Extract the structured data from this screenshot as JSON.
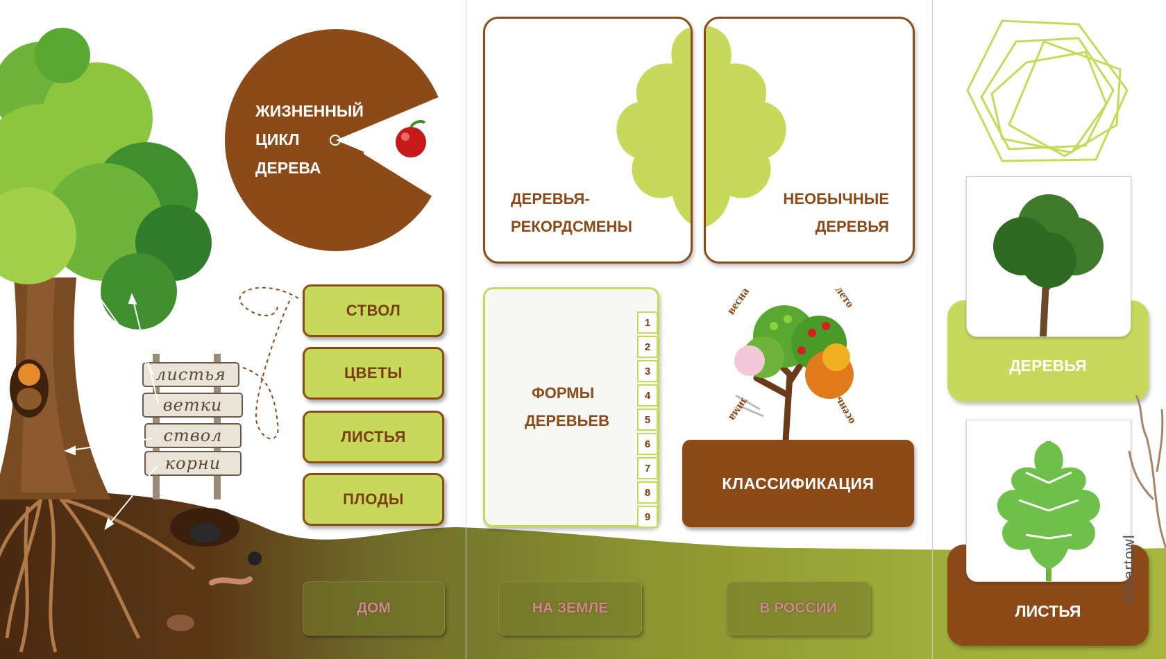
{
  "left_panel": {
    "lifecycle_circle": {
      "line1": "ЖИЗНЕННЫЙ",
      "line2": "ЦИКЛ",
      "line3": "ДЕРЕВА"
    },
    "signpost": {
      "planks": [
        "листья",
        "ветки",
        "ствол",
        "корни"
      ]
    },
    "part_buttons": [
      "СТВОЛ",
      "ЦВЕТЫ",
      "ЛИСТЬЯ",
      "ПЛОДЫ"
    ],
    "home_button": "ДОМ"
  },
  "middle_panel": {
    "record_card": {
      "line1": "ДЕРЕВЬЯ-",
      "line2": "РЕКОРДСМЕНЫ"
    },
    "unusual_card": {
      "line1": "НЕОБЫЧНЫЕ",
      "line2": "ДЕРЕВЬЯ"
    },
    "forms_book": {
      "line1": "ФОРМЫ",
      "line2": "ДЕРЕВЬЕВ",
      "tabs": [
        "1",
        "2",
        "3",
        "4",
        "5",
        "6",
        "7",
        "8",
        "9"
      ]
    },
    "seasons": [
      "весна",
      "лето",
      "осень",
      "зима"
    ],
    "classification_button": "КЛАССИФИКАЦИЯ",
    "earth_button": "НА ЗЕМЛЕ",
    "russia_button": "В РОССИИ"
  },
  "right_panel": {
    "trees_pocket": "ДЕРЕВЬЯ",
    "leaves_pocket": "ЛИСТЬЯ"
  },
  "watermark": "Smartowl",
  "colors": {
    "brown": "#8b4a18",
    "lime": "#c7d95a",
    "olive": "#7f8a2a"
  }
}
